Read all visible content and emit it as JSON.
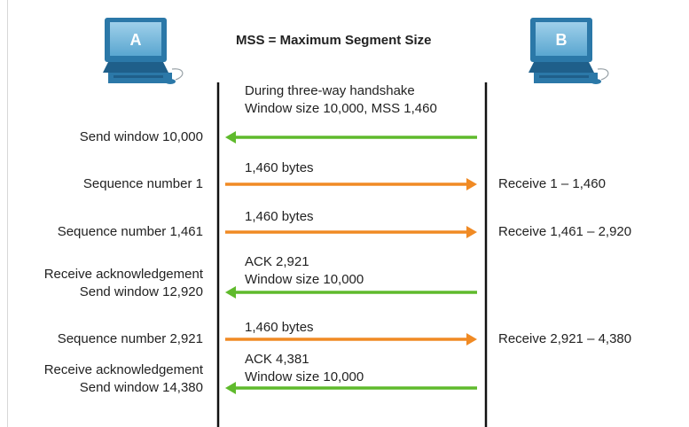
{
  "title": "MSS = Maximum Segment Size",
  "hosts": {
    "a": {
      "label": "A"
    },
    "b": {
      "label": "B"
    }
  },
  "colors": {
    "to_a": "#5fba2c",
    "to_b": "#f08a24",
    "timeline": "#111111",
    "monitor": "#2b78a8"
  },
  "icons": {
    "host_a": "computer-icon",
    "host_b": "computer-icon"
  },
  "steps": [
    {
      "direction": "to_a",
      "left": [
        "Send window 10,000"
      ],
      "middle": [
        "During three-way handshake",
        "Window size 10,000, MSS 1,460"
      ],
      "right": []
    },
    {
      "direction": "to_b",
      "left": [
        "Sequence number 1"
      ],
      "middle": [
        "1,460 bytes"
      ],
      "right": [
        "Receive 1 – 1,460"
      ]
    },
    {
      "direction": "to_b",
      "left": [
        "Sequence number 1,461"
      ],
      "middle": [
        "1,460 bytes"
      ],
      "right": [
        "Receive 1,461 – 2,920"
      ]
    },
    {
      "direction": "to_a",
      "left": [
        "Receive acknowledgement",
        "Send window 12,920"
      ],
      "middle": [
        "ACK 2,921",
        "Window size 10,000"
      ],
      "right": []
    },
    {
      "direction": "to_b",
      "left": [
        "Sequence number 2,921"
      ],
      "middle": [
        "1,460 bytes"
      ],
      "right": [
        "Receive 2,921 – 4,380"
      ]
    },
    {
      "direction": "to_a",
      "left": [
        "Receive acknowledgement",
        "Send window 14,380"
      ],
      "middle": [
        "ACK 4,381",
        "Window size 10,000"
      ],
      "right": []
    }
  ]
}
